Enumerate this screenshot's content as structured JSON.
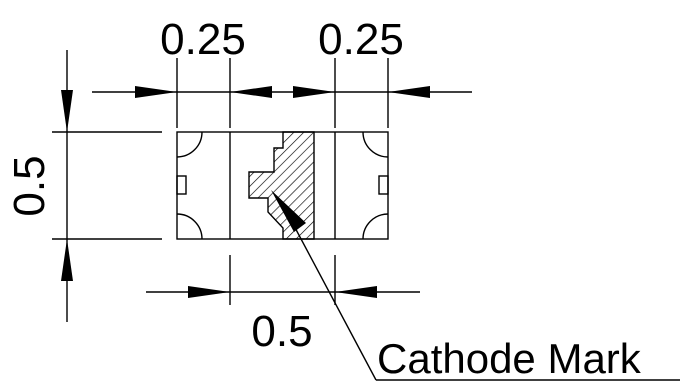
{
  "dimensions": {
    "top_left": "0.25",
    "top_right": "0.25",
    "left_height": "0.5",
    "bottom_width": "0.5"
  },
  "callout": {
    "label": "Cathode Mark"
  },
  "colors": {
    "line": "#000000",
    "background": "#ffffff"
  }
}
